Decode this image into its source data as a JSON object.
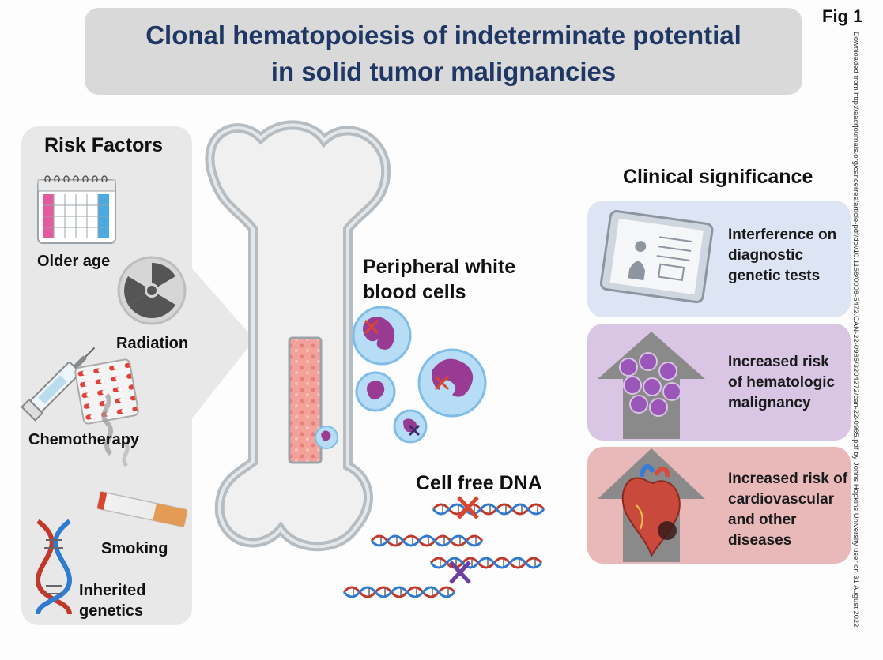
{
  "title": {
    "line1": "Clonal hematopoiesis of indeterminate potential",
    "line2": "in solid tumor malignancies"
  },
  "figure_label": "Fig 1",
  "side_note": "Downloaded from http://aacrjournals.org/cancerres/article-pdf/doi/10.1158/0008-5472.CAN-22-0985/3204272/can-22-0985.pdf by Johns Hopkins University user on 31 August 2022",
  "risk_factors": {
    "heading": "Risk Factors",
    "items": [
      {
        "label": "Older age",
        "icon": "calendar-icon"
      },
      {
        "label": "Radiation",
        "icon": "radiation-icon"
      },
      {
        "label": "Chemotherapy",
        "icon": "syringe-pills-icon"
      },
      {
        "label": "Smoking",
        "icon": "cigarette-icon"
      },
      {
        "label": "Inherited",
        "label2": "genetics",
        "icon": "dna-icon"
      }
    ]
  },
  "center": {
    "wbc_line1": "Peripheral white",
    "wbc_line2": "blood cells",
    "cfdna": "Cell free DNA"
  },
  "clinical": {
    "heading": "Clinical significance",
    "items": [
      {
        "lines": [
          "Interference on",
          "diagnostic",
          "genetic tests"
        ],
        "color": "#dde5f5",
        "icon": "report-clipboard-icon"
      },
      {
        "lines": [
          "Increased risk",
          "of hematologic",
          "malignancy"
        ],
        "color": "#d8c6e4",
        "icon": "blood-cells-arrow-icon"
      },
      {
        "lines": [
          "Increased risk of",
          "cardiovascular",
          "and other",
          "diseases"
        ],
        "color": "#e9b8b8",
        "icon": "heart-arrow-icon"
      }
    ]
  },
  "colors": {
    "title_text": "#1f3764",
    "panel_gray": "#e8e8e8",
    "bone_outline": "#a9b0b6",
    "marrow": "#f09a94",
    "cell_membrane": "#9fd0f0",
    "nucleus": "#9a3b93",
    "dna_red": "#c0392b",
    "dna_blue": "#2e7bd1",
    "mutation_x_red": "#d9452f",
    "mutation_x_purple": "#6b3fa0"
  }
}
